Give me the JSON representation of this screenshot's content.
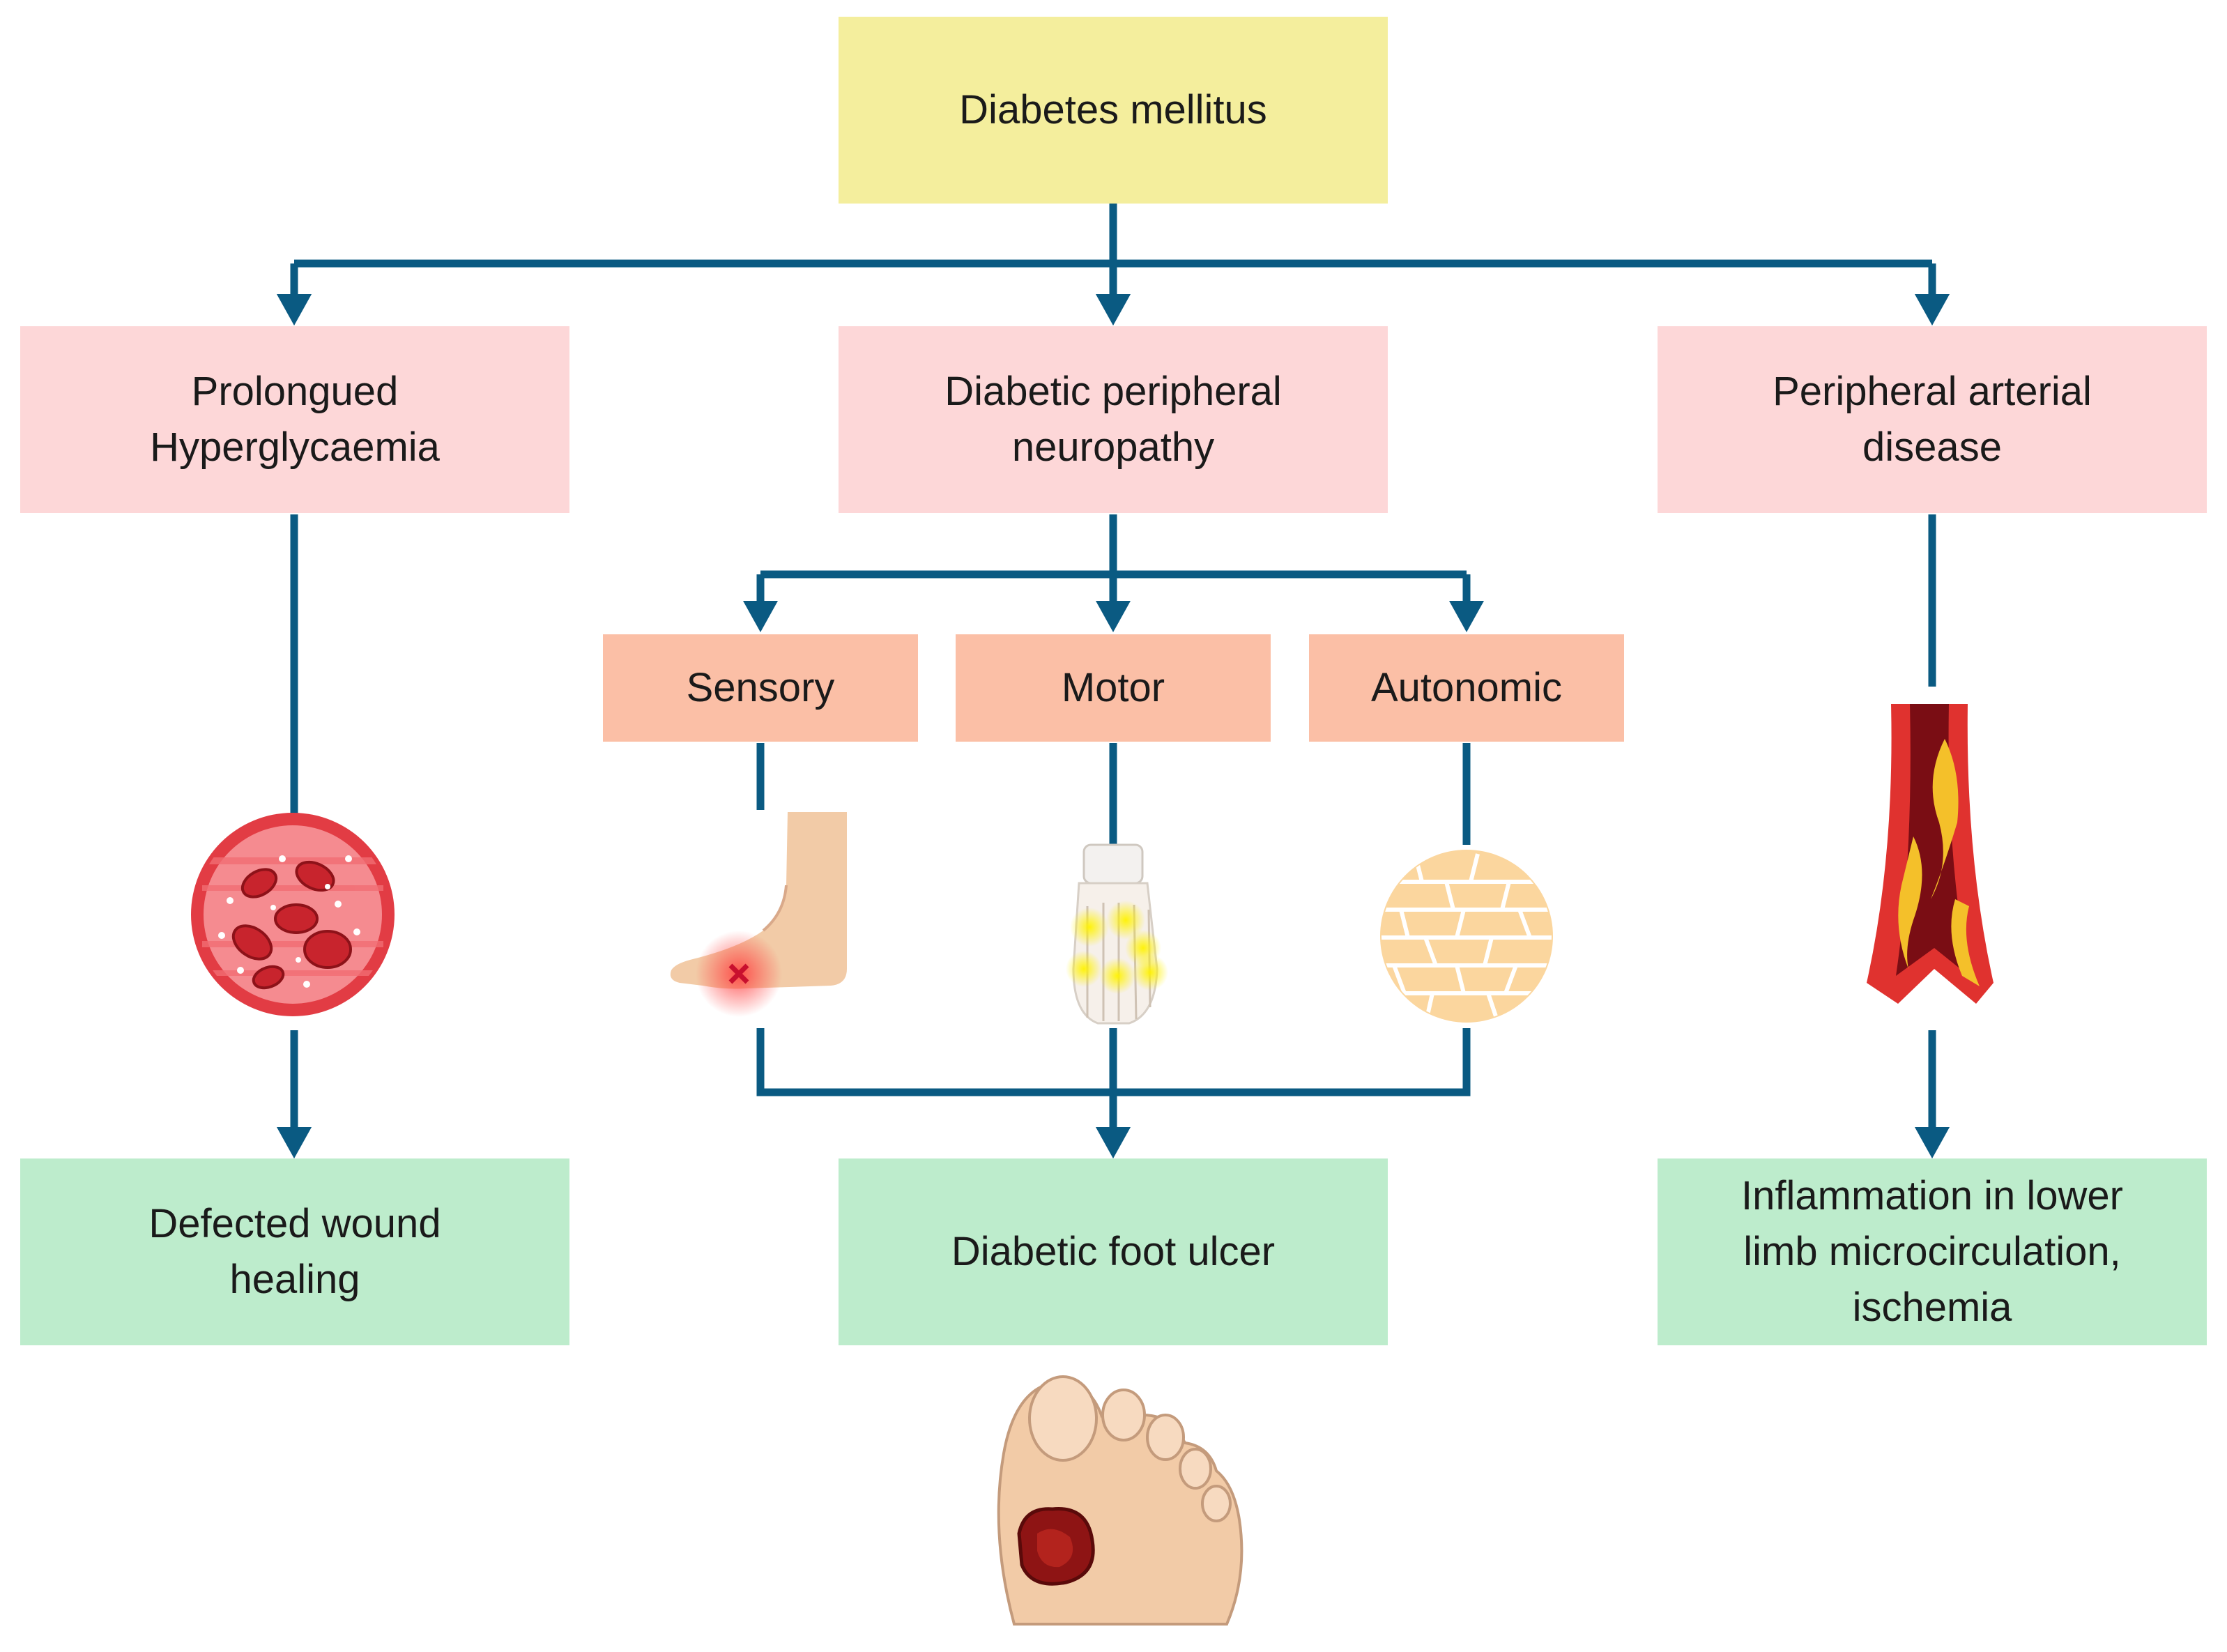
{
  "diagram": {
    "root": "Diabetes mellitus",
    "branches": {
      "hyperglycaemia": "Prolongued\nHyperglycaemia",
      "neuropathy": "Diabetic peripheral\nneuropathy",
      "pad": "Peripheral arterial\ndisease"
    },
    "neuropathy_types": {
      "sensory": "Sensory",
      "motor": "Motor",
      "autonomic": "Autonomic"
    },
    "outcomes": {
      "wound": "Defected wound\nhealing",
      "ulcer": "Diabetic foot ulcer",
      "ischemia": "Inflammation in lower\nlimb microcirculation,\nischemia"
    },
    "icons": [
      "blood-vessel-cross-section-icon",
      "foot-pain-icon",
      "foot-skeleton-icon",
      "dry-skin-icon",
      "atherosclerotic-artery-icon",
      "foot-ulcer-icon"
    ],
    "colors": {
      "arrow": "#0a5a82",
      "root_box": "#f4ee9d",
      "branch_box": "#fdd7d8",
      "type_box": "#fbbfa6",
      "outcome_box": "#bdeccc"
    }
  }
}
